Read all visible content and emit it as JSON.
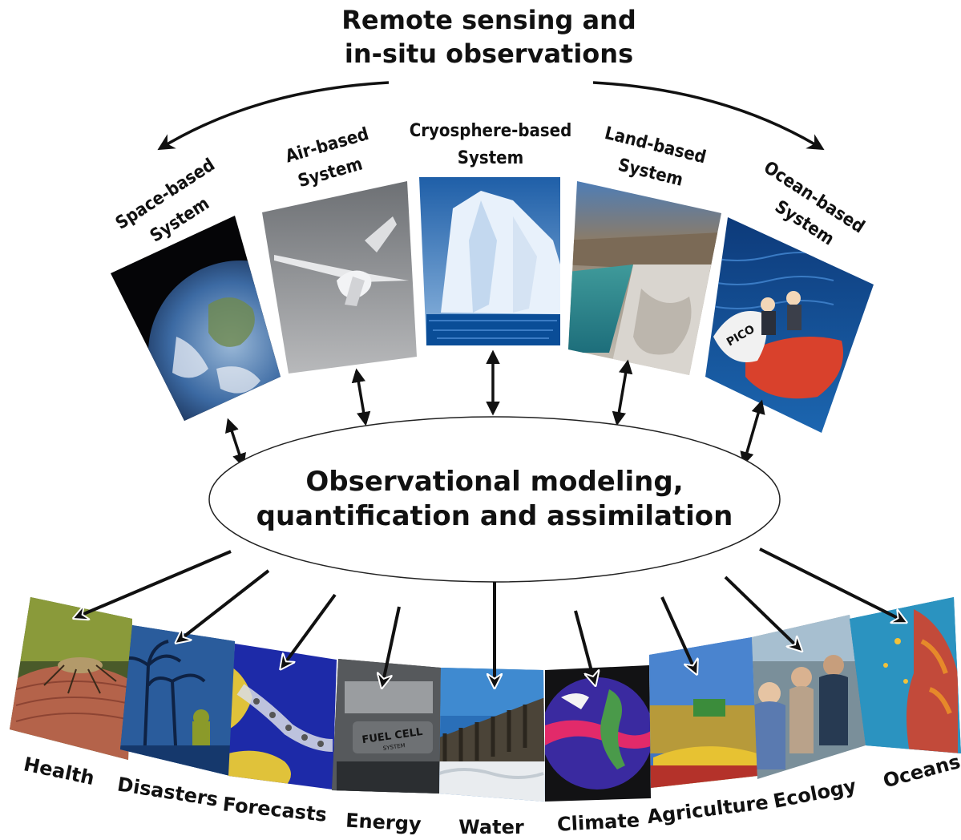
{
  "title": {
    "line1": "Remote sensing and",
    "line2": "in-situ observations"
  },
  "systems": [
    {
      "line1": "Space-based",
      "line2": "System",
      "picture": "earth-from-space-picture"
    },
    {
      "line1": "Air-based",
      "line2": "System",
      "picture": "aircraft-drone-picture"
    },
    {
      "line1": "Cryosphere-based",
      "line2": "System",
      "picture": "iceberg-picture"
    },
    {
      "line1": "Land-based",
      "line2": "System",
      "picture": "reservoir-canyon-picture"
    },
    {
      "line1": "Ocean-based",
      "line2": "System",
      "picture": "ocean-buoy-boat-picture"
    }
  ],
  "center": {
    "line1": "Observational modeling,",
    "line2": "quantification and assimilation"
  },
  "domains": [
    {
      "label": "Health",
      "picture": "mosquito-picture"
    },
    {
      "label": "Disasters",
      "picture": "hurricane-storm-picture"
    },
    {
      "label": "Forecasts",
      "picture": "hurricane-track-map-picture"
    },
    {
      "label": "Energy",
      "picture": "fuel-cell-engine-picture"
    },
    {
      "label": "Water",
      "picture": "dam-picture"
    },
    {
      "label": "Climate",
      "picture": "globe-sea-temperature-picture"
    },
    {
      "label": "Agriculture",
      "picture": "harvest-field-picture"
    },
    {
      "label": "Ecology",
      "picture": "field-researchers-picture"
    },
    {
      "label": "Oceans",
      "picture": "coral-reef-picture"
    }
  ],
  "fuel_cell_text": "FUEL CELL",
  "fuel_cell_subtext": "SYSTEM",
  "buoy_text": "PICO",
  "colors": {
    "text": "#111111",
    "arrow": "#111111",
    "ellipse_fill": "#ffffff",
    "ellipse_stroke": "#222222"
  }
}
